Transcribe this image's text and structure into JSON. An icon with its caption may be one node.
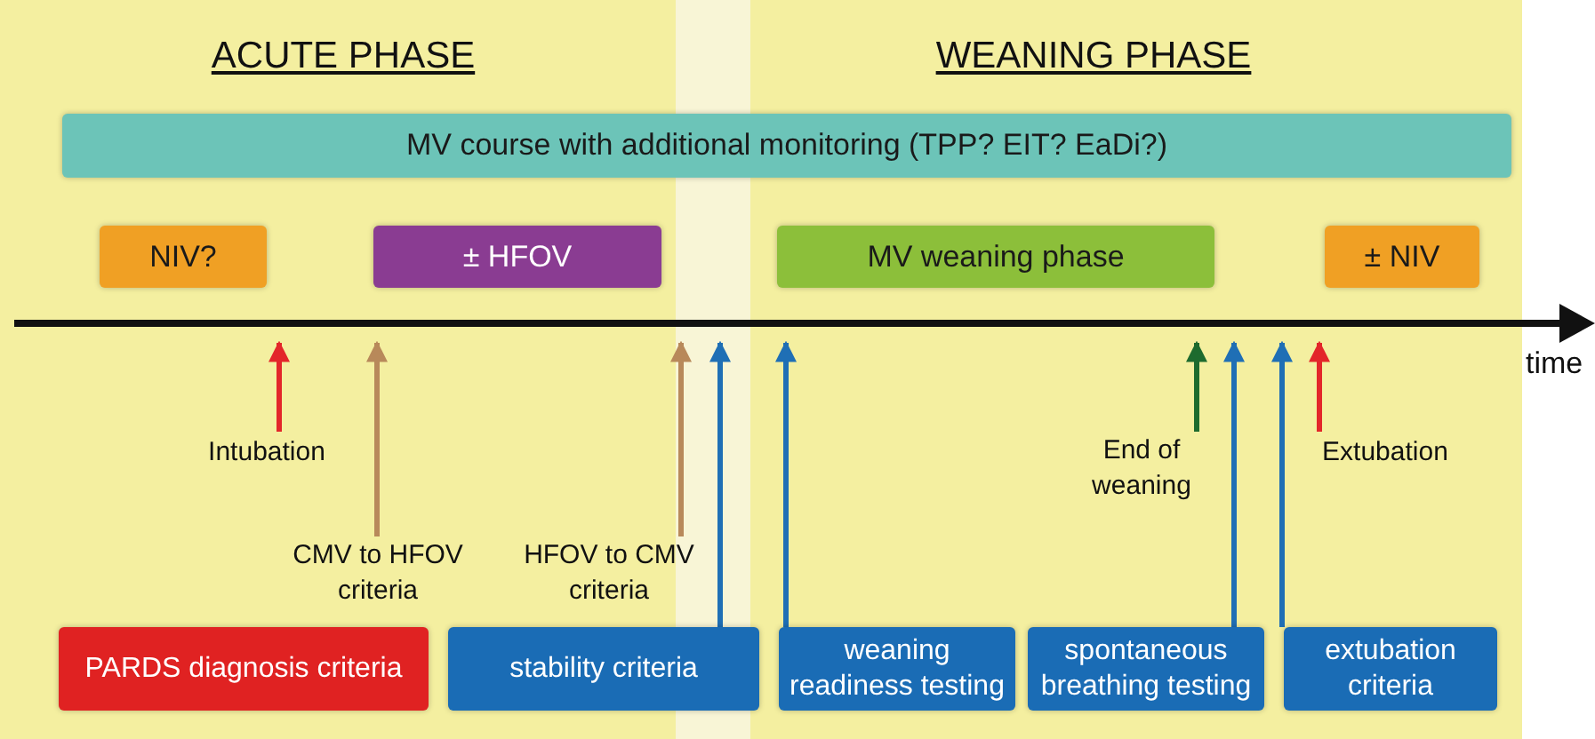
{
  "diagram": {
    "nodes": [
      {
        "text": [
          "MV course with additional monitoring (TPP? EIT? EaDi?)"
        ]
      },
      {
        "text": [
          "NIV?"
        ]
      },
      {
        "text": [
          "± HFOV"
        ]
      },
      {
        "text": [
          "MV weaning phase"
        ]
      },
      {
        "text": [
          "± NIV"
        ]
      },
      {
        "text": [
          "Intubation"
        ]
      },
      {
        "text": [
          "CMV to HFOV criteria"
        ]
      },
      {
        "text": [
          "HFOV to CMV criteria"
        ]
      },
      {
        "text": [
          "End of weaning"
        ]
      },
      {
        "text": [
          "Extubation"
        ]
      },
      {
        "text": [
          "PARDS diagnosis criteria"
        ]
      },
      {
        "text": [
          "stability criteria"
        ]
      },
      {
        "text": [
          "weaning readiness testing"
        ]
      },
      {
        "text": [
          "spontaneous breathing testing"
        ]
      },
      {
        "text": [
          "extubation criteria"
        ]
      },
      {
        "text": [],
        "shape": "bar",
        "beside": [
          "time"
        ]
      }
    ],
    "edges": [
      {
        "from": 5,
        "to": 15,
        "arrow": "to",
        "color": "#e3262a"
      },
      {
        "from": 6,
        "to": 15,
        "arrow": "to",
        "color": "#b8895a"
      },
      {
        "from": 7,
        "to": 15,
        "arrow": "to",
        "color": "#b8895a"
      },
      {
        "from": 11,
        "to": 15,
        "arrow": "to"
      },
      {
        "from": 12,
        "to": 15,
        "arrow": "to"
      },
      {
        "from": 8,
        "to": 15,
        "arrow": "to",
        "color": "#1d6b2e"
      },
      {
        "from": 13,
        "to": 15,
        "arrow": "to"
      },
      {
        "from": 14,
        "to": 15,
        "arrow": "to"
      },
      {
        "from": 9,
        "to": 15,
        "arrow": "to",
        "color": "#e3262a"
      }
    ],
    "labels": [
      "ACUTE PHASE",
      "WEANING PHASE"
    ]
  }
}
